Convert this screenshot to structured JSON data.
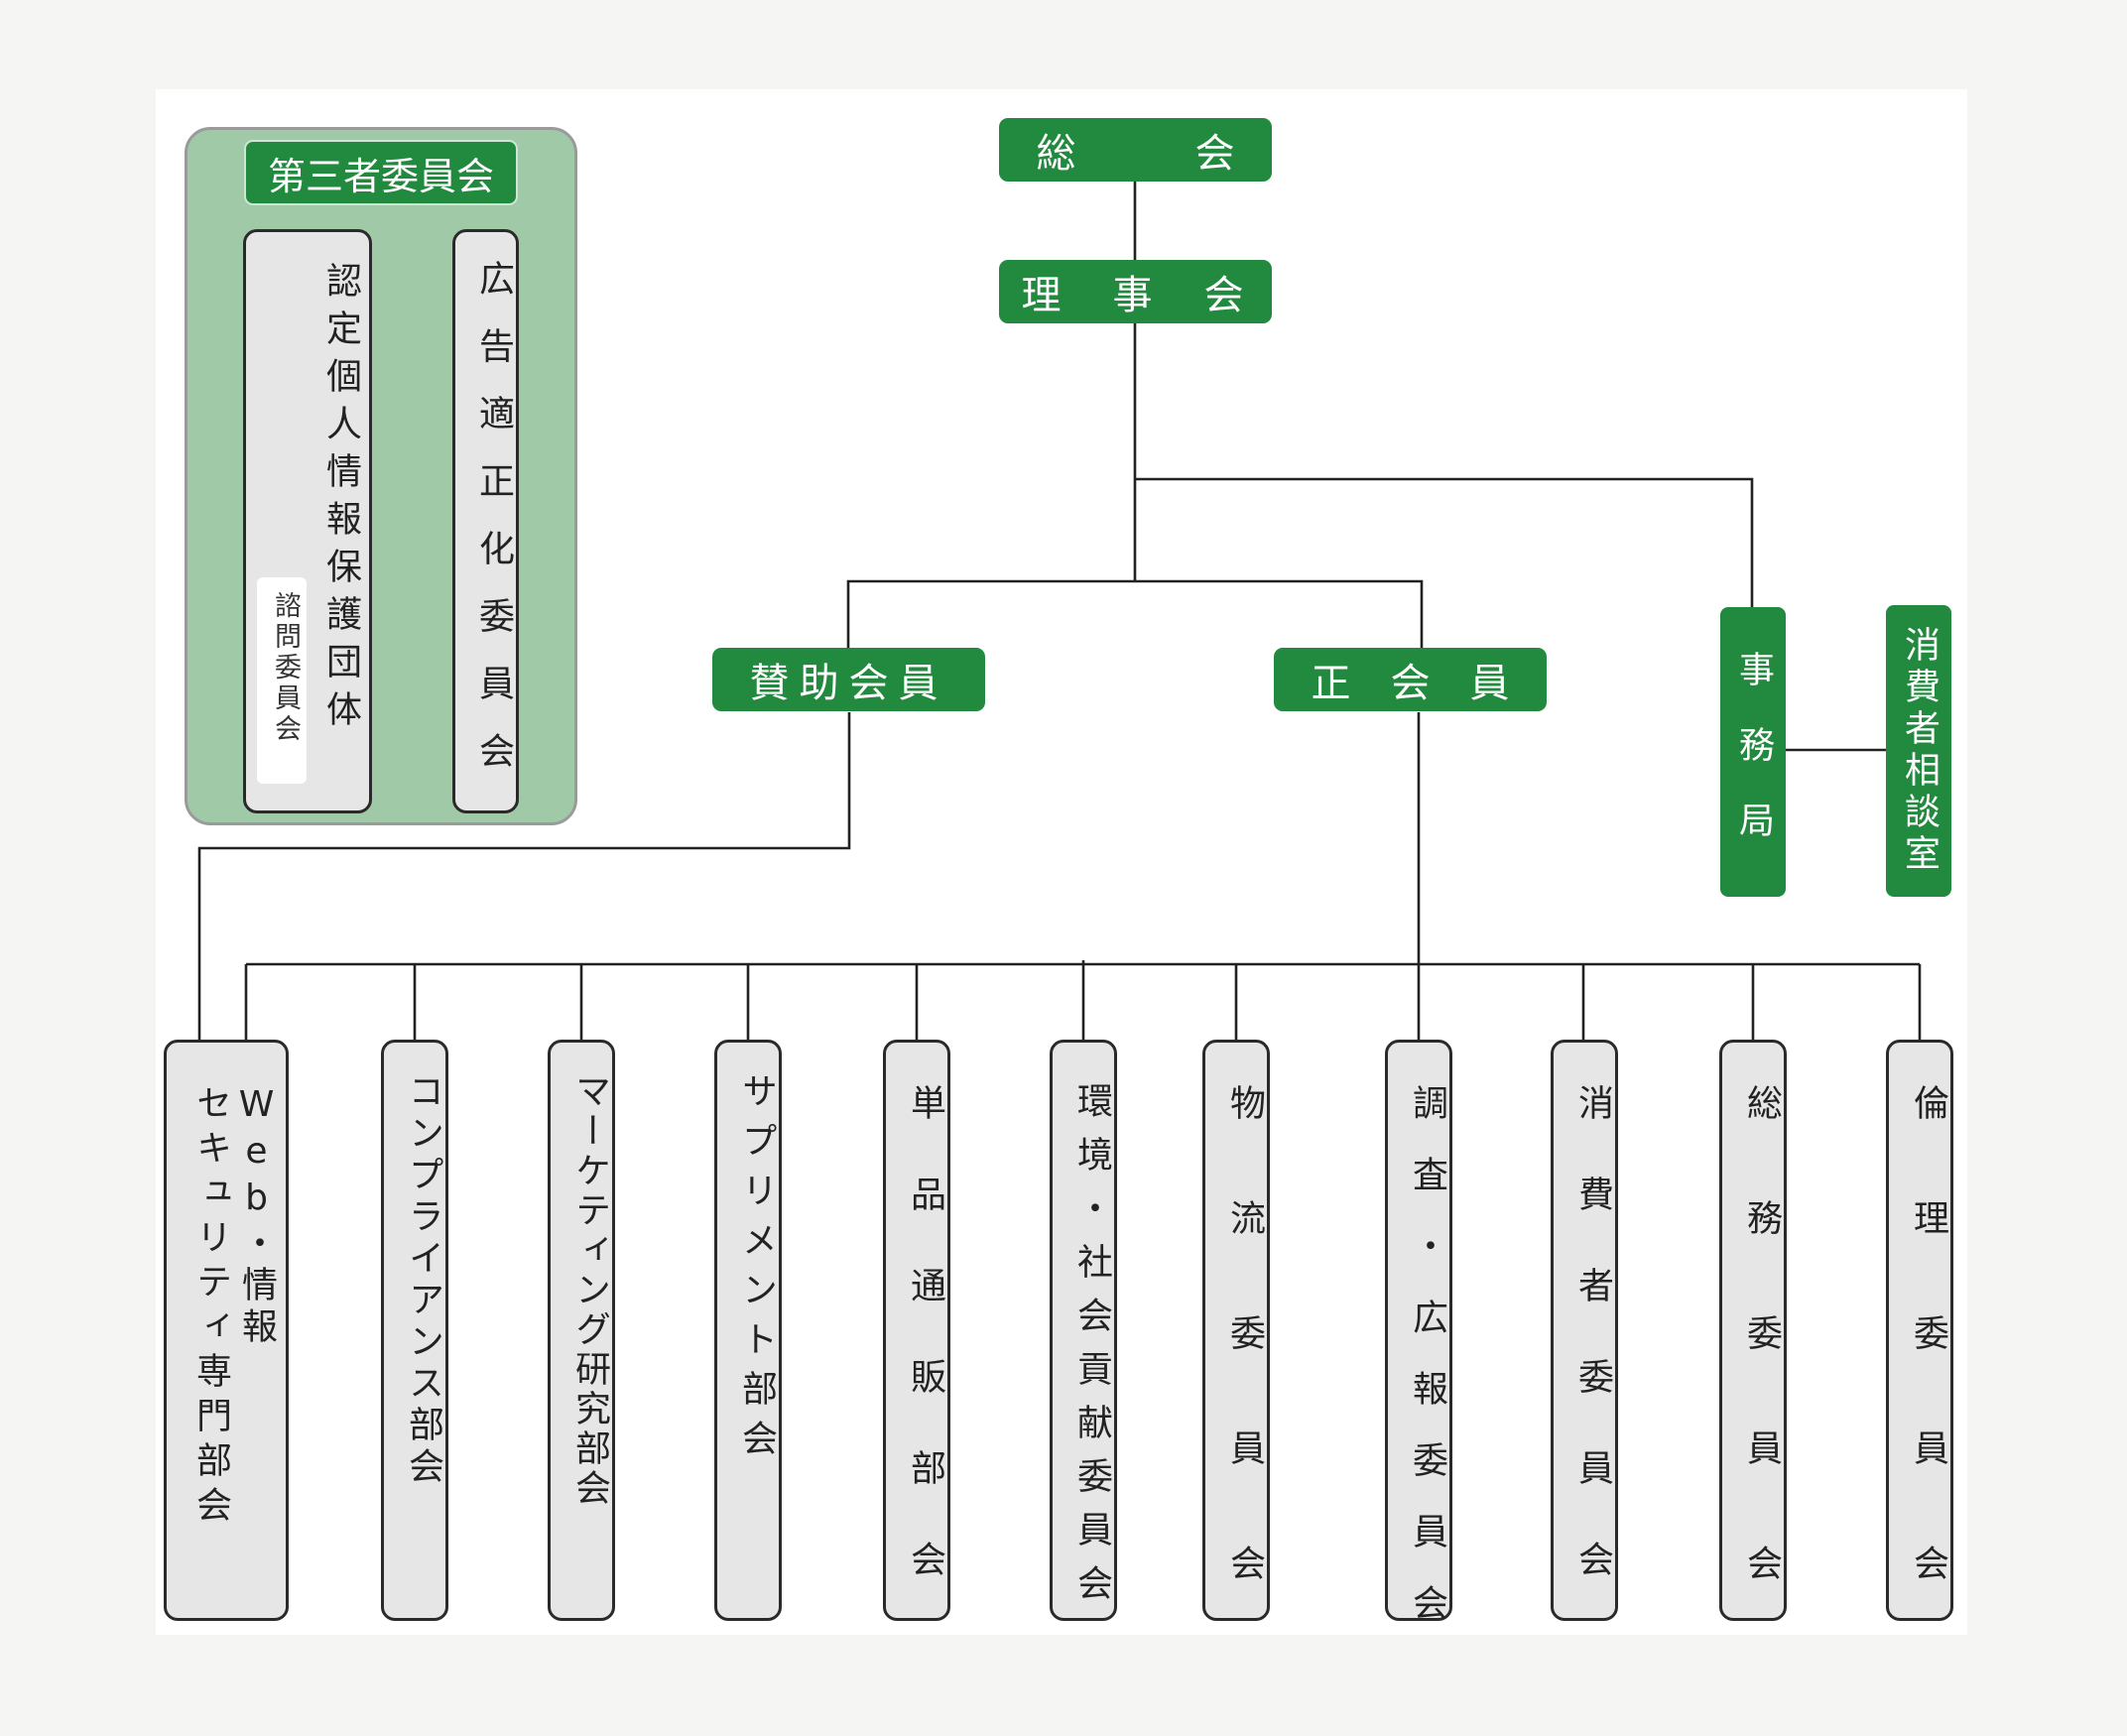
{
  "third_party": {
    "title": "第三者委員会",
    "recognized_org": "認定個人情報保護団体",
    "advisory": "諮問委員会",
    "ad_committee": "広告適正化委員会"
  },
  "top": {
    "general_assembly": "総　　　会",
    "board": "理　事　会"
  },
  "members": {
    "supporting": "賛助会員",
    "regular": "正　会　員"
  },
  "office": {
    "secretariat": "事務局",
    "consumer_room": "消費者相談室"
  },
  "subcommittees": {
    "web_security_1": "Web・情報",
    "web_security_2": "セキュリティ専門部会",
    "compliance": "コンプライアンス部会",
    "marketing": "マーケティング研究部会",
    "supplement": "サプリメント部会",
    "single_item": "単品通販部会",
    "environment": "環境・社会貢献委員会",
    "logistics": "物流委員会",
    "research_pr": "調査・広報委員会",
    "consumer": "消費者委員会",
    "general_affairs": "総務委員会",
    "ethics": "倫理委員会"
  },
  "colors": {
    "green": "#228a3e",
    "light_green_panel": "#a0c9a8",
    "box_gray": "#e6e6e6"
  }
}
